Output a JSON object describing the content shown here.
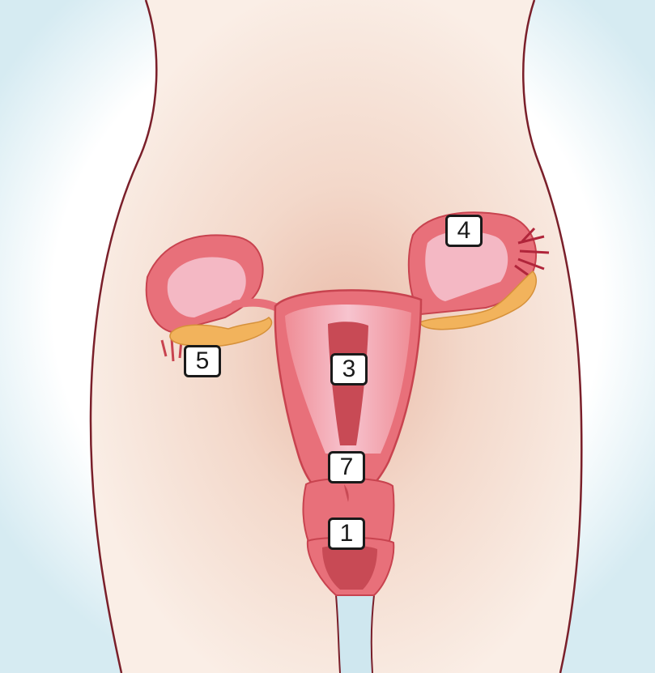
{
  "labels": {
    "l4": "4",
    "l5": "5",
    "l3": "3",
    "l7": "7",
    "l1": "1"
  },
  "colors": {
    "background_glow": "#cfe7ef",
    "skin": "#f7e6dc",
    "body_outline": "#7a1f2a",
    "tissue": "#e8707a",
    "tissue_inner": "#f4b8c4",
    "cavity": "#c84a55",
    "ovary": "#f2b35c",
    "label_border": "#1a1a1a"
  }
}
